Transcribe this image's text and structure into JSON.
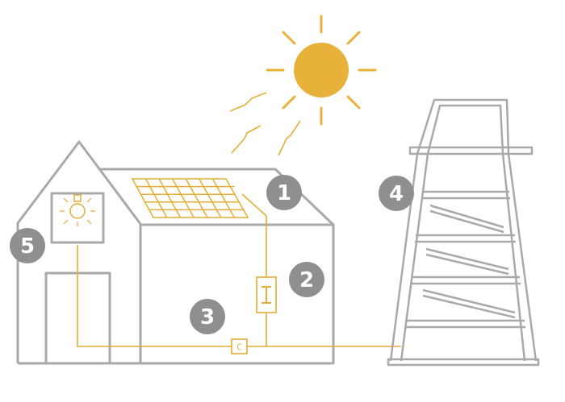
{
  "colors": {
    "outline": "#a9a9a9",
    "accent": "#e3ae35",
    "marker_fill": "#8f8f8f",
    "marker_text": "#ffffff"
  },
  "markers": {
    "m1": "1",
    "m2": "2",
    "m3": "3",
    "m4": "4",
    "m5": "5"
  },
  "components": {
    "controller_letter": "C",
    "inverter_letter": "I"
  }
}
